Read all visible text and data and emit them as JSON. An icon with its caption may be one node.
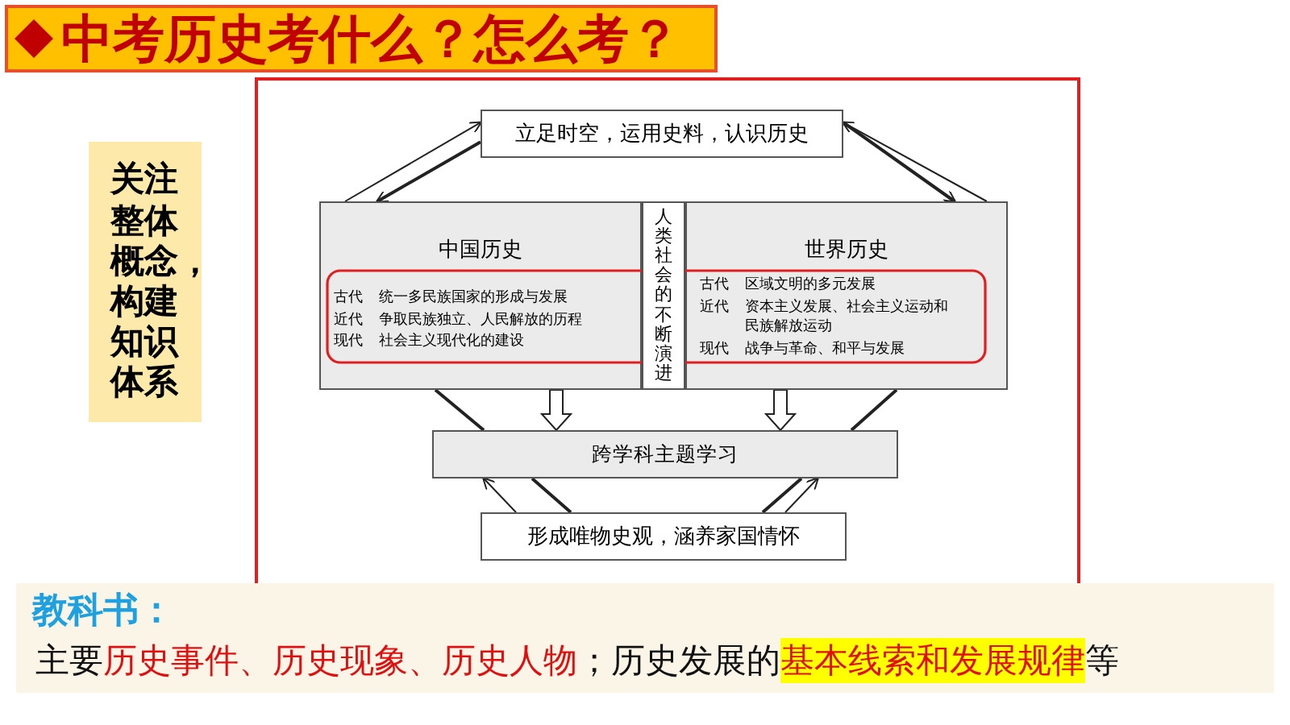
{
  "diagram": {
    "title": "中考历史考什么？怎么考？",
    "nodes": [
      {
        "text": [
          "立足时空，运用史料，认识历史"
        ]
      },
      {
        "text": [
          "中国历史",
          "古代",
          "统一多民族国家的形成与发展",
          "近代",
          "争取民族独立、人民解放的历程",
          "现代",
          "社会主义现代化的建设"
        ]
      },
      {
        "text": [
          "人类社会的不断演进"
        ]
      },
      {
        "text": [
          "世界历史",
          "古代",
          "区域文明的多元发展",
          "近代",
          "资本主义发展、社会主义运动和民族解放运动",
          "现代",
          "战争与革命、和平与发展"
        ]
      },
      {
        "text": [
          "跨学科主题学习"
        ]
      },
      {
        "text": [
          "形成唯物史观，涵养家国情怀"
        ]
      },
      {
        "text": [
          "关注整体概念，构建知识体系"
        ]
      }
    ],
    "edges": [
      {
        "from": 1,
        "to": 0,
        "arrow": "to"
      },
      {
        "from": 0,
        "to": 1,
        "arrow": "to"
      },
      {
        "from": 3,
        "to": 0,
        "arrow": "to"
      },
      {
        "from": 0,
        "to": 3,
        "arrow": "to"
      },
      {
        "from": 1,
        "to": 4,
        "arrow": "none"
      },
      {
        "from": 1,
        "to": 4,
        "arrow": "to",
        "style": "thick"
      },
      {
        "from": 3,
        "to": 4,
        "arrow": "to",
        "style": "thick"
      },
      {
        "from": 3,
        "to": 4,
        "arrow": "none"
      },
      {
        "from": 5,
        "to": 4,
        "arrow": "to"
      },
      {
        "from": 4,
        "to": 5,
        "arrow": "none"
      },
      {
        "from": 5,
        "to": 4,
        "arrow": "to"
      },
      {
        "from": 4,
        "to": 5,
        "arrow": "none"
      }
    ],
    "labels": [
      "教科书：",
      "主要",
      "历史事件、历史现象、历史人物",
      "；历史发展的",
      "基本线索和发展规律",
      "等"
    ]
  }
}
